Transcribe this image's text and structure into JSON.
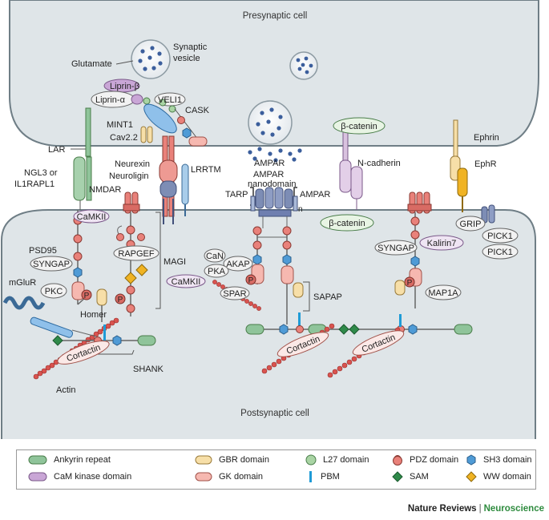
{
  "cells": {
    "presynaptic": "Presynaptic cell",
    "postsynaptic": "Postsynaptic cell"
  },
  "labels": {
    "glutamate": "Glutamate",
    "synaptic_vesicle_1": "Synaptic",
    "synaptic_vesicle_2": "vesicle",
    "liprin_beta": "Liprin-β",
    "liprin_alpha": "Liprin-α",
    "veli1": "VELI1",
    "cask": "CASK",
    "mint1": "MINT1",
    "cav22": "Cav2.2",
    "lar": "LAR",
    "ngl3_1": "NGL3 or",
    "ngl3_2": "IL1RAPL1",
    "neurexin": "Neurexin",
    "neuroligin": "Neuroligin",
    "lrrtm": "LRRTM",
    "nmdar": "NMDAR",
    "camkii_1": "CaMKII",
    "camkii_2": "CaMKII",
    "psd95": "PSD95",
    "syngap_1": "SYNGAP",
    "syngap_2": "SYNGAP",
    "pkc": "PKC",
    "rapgef": "RAPGEF",
    "magi": "MAGI",
    "mglur": "mGluR",
    "homer": "Homer",
    "cortactin_1": "Cortactin",
    "cortactin_2": "Cortactin",
    "cortactin_3": "Cortactin",
    "shank": "SHANK",
    "actin": "Actin",
    "ampar_1": "AMPAR",
    "ampar_nano_1": "AMPAR",
    "ampar_nano_2": "nanodomain",
    "tarp": "TARP",
    "ampar_2": "AMPAR",
    "ampar_n": "n",
    "can": "CaN",
    "akap": "AKAP",
    "pka": "PKA",
    "spar": "SPAR",
    "sapap": "SAPAP",
    "beta_catenin_1": "β-catenin",
    "beta_catenin_2": "β-catenin",
    "n_cadherin": "N-cadherin",
    "ephrin": "Ephrin",
    "ephr": "EphR",
    "grip": "GRIP",
    "pick1_1": "PICK1",
    "pick1_2": "PICK1",
    "kalirin7": "Kalirin7",
    "map1a": "MAP1A",
    "p": "P"
  },
  "legend": [
    {
      "icon": "ankyrin-repeat",
      "label": "Ankyrin repeat",
      "color": "#8fc49a"
    },
    {
      "icon": "gbr-domain",
      "label": "GBR domain",
      "color": "#f7dfa8"
    },
    {
      "icon": "l27-domain",
      "label": "L27 domain",
      "color": "#a9d4a4"
    },
    {
      "icon": "pdz-domain",
      "label": "PDZ domain",
      "color": "#e9817a"
    },
    {
      "icon": "sh3-domain",
      "label": "SH3 domain",
      "color": "#4f9bd6"
    },
    {
      "icon": "cam-kinase-domain",
      "label": "CaM kinase domain",
      "color": "#c9a6d6"
    },
    {
      "icon": "gk-domain",
      "label": "GK domain",
      "color": "#f6b8b0"
    },
    {
      "icon": "pbm",
      "label": "PBM",
      "color": "#1f9bd6"
    },
    {
      "icon": "sam",
      "label": "SAM",
      "color": "#2f8a4a"
    },
    {
      "icon": "ww-domain",
      "label": "WW domain",
      "color": "#f0b323"
    }
  ],
  "footer": {
    "journal": "Nature Reviews",
    "separator": "|",
    "section": "Neuroscience"
  }
}
